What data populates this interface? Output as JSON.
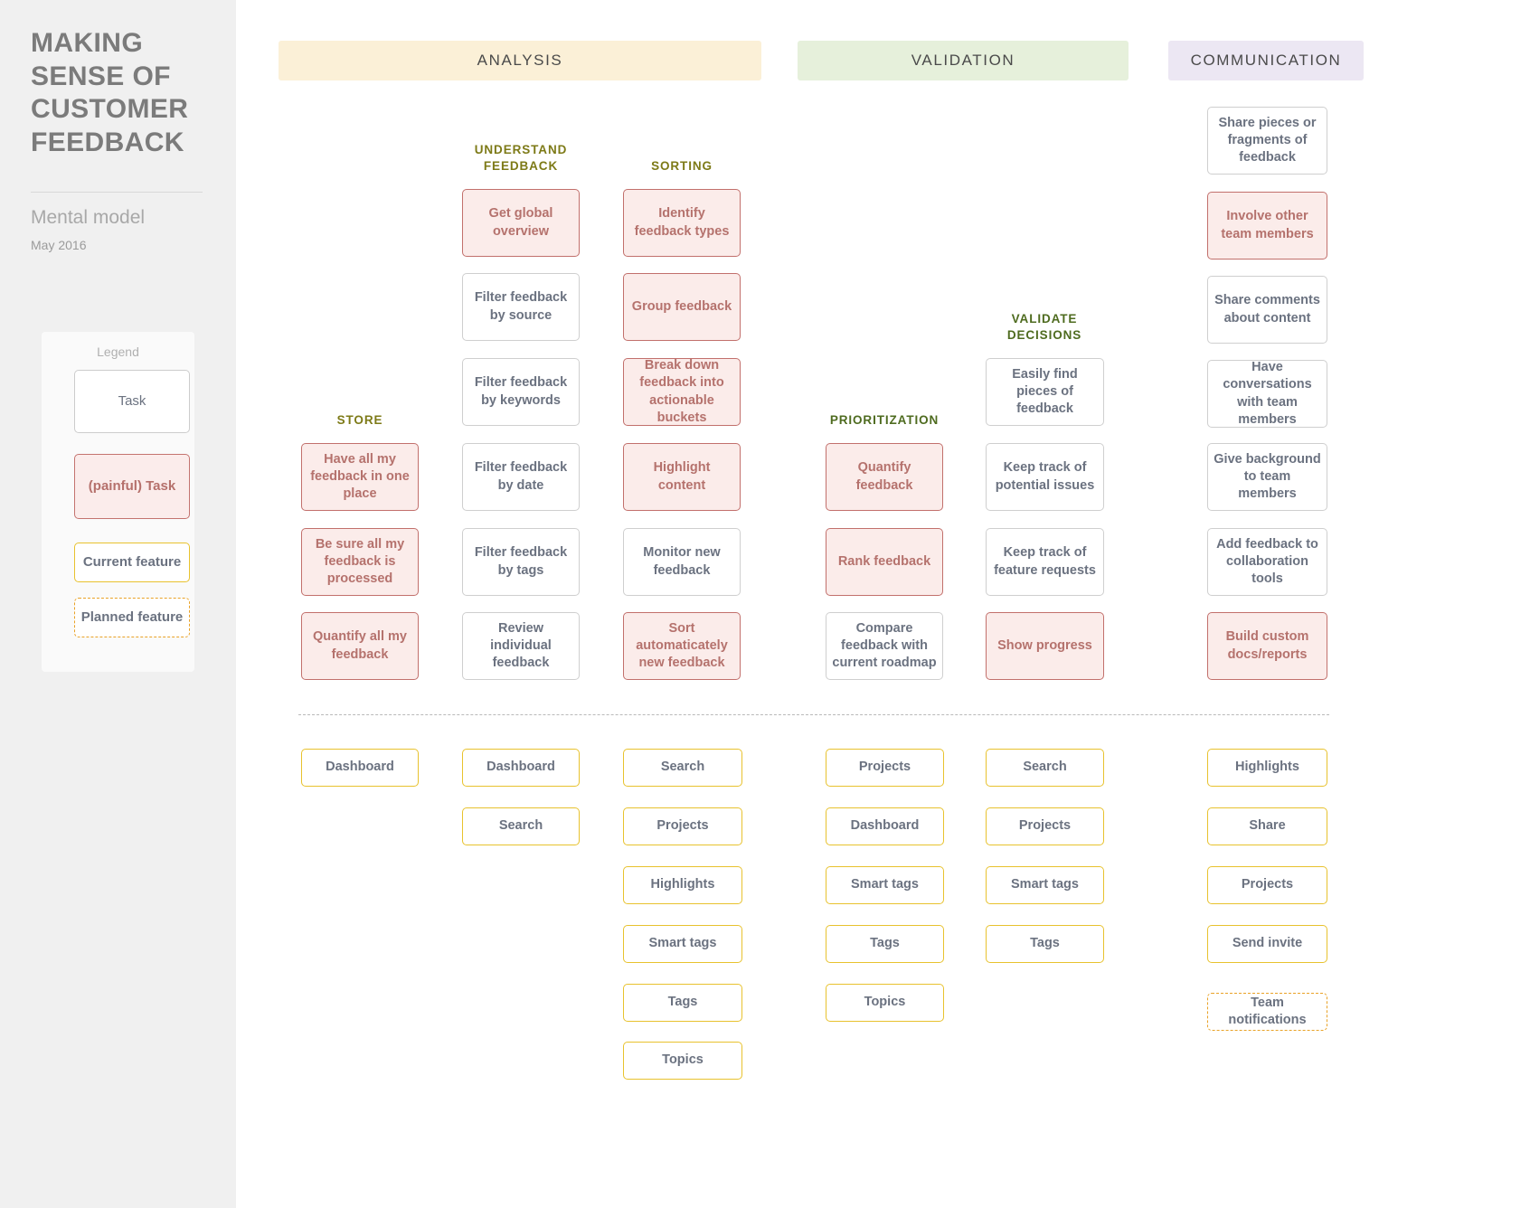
{
  "sidebar": {
    "title": "MAKING SENSE OF CUSTOMER FEEDBACK",
    "subtitle": "Mental model",
    "date": "May 2016",
    "legend": {
      "label": "Legend",
      "task": "Task",
      "painful_task": "(painful) Task",
      "current_feature": "Current feature",
      "planned_feature": "Planned feature"
    }
  },
  "headers": [
    {
      "label": "ANALYSIS",
      "color": "#fbf0d7"
    },
    {
      "label": "VALIDATION",
      "color": "#e6f0db"
    },
    {
      "label": "COMMUNICATION",
      "color": "#ece7f3"
    }
  ],
  "groups": {
    "store": "STORE",
    "understand_feedback": "UNDERSTAND FEEDBACK",
    "sorting": "SORTING",
    "prioritization": "PRIORITIZATION",
    "validate_decisions": "VALIDATE DECISIONS"
  },
  "columns": {
    "store": {
      "tasks": [
        {
          "label": "Have all my feedback in one place",
          "type": "pain"
        },
        {
          "label": "Be sure all my feedback is processed",
          "type": "pain"
        },
        {
          "label": "Quantify all my feedback",
          "type": "pain"
        }
      ],
      "features": [
        {
          "label": "Dashboard",
          "type": "feature"
        }
      ]
    },
    "understand_feedback": {
      "tasks": [
        {
          "label": "Get global overview",
          "type": "pain"
        },
        {
          "label": "Filter feedback by source",
          "type": "task"
        },
        {
          "label": "Filter feedback by keywords",
          "type": "task"
        },
        {
          "label": "Filter feedback by date",
          "type": "task"
        },
        {
          "label": "Filter feedback by tags",
          "type": "task"
        },
        {
          "label": "Review individual feedback",
          "type": "task"
        }
      ],
      "features": [
        {
          "label": "Dashboard",
          "type": "feature"
        },
        {
          "label": "Search",
          "type": "feature"
        }
      ]
    },
    "sorting": {
      "tasks": [
        {
          "label": "Identify feedback types",
          "type": "pain"
        },
        {
          "label": "Group feedback",
          "type": "pain"
        },
        {
          "label": "Break down feedback into actionable buckets",
          "type": "pain"
        },
        {
          "label": "Highlight content",
          "type": "pain"
        },
        {
          "label": "Monitor new feedback",
          "type": "task"
        },
        {
          "label": "Sort automaticately new feedback",
          "type": "pain"
        }
      ],
      "features": [
        {
          "label": "Search",
          "type": "feature"
        },
        {
          "label": "Projects",
          "type": "feature"
        },
        {
          "label": "Highlights",
          "type": "feature"
        },
        {
          "label": "Smart tags",
          "type": "feature"
        },
        {
          "label": "Tags",
          "type": "feature"
        },
        {
          "label": "Topics",
          "type": "feature"
        }
      ]
    },
    "prioritization": {
      "tasks": [
        {
          "label": "Quantify feedback",
          "type": "pain"
        },
        {
          "label": "Rank feedback",
          "type": "pain"
        },
        {
          "label": "Compare feedback with current roadmap",
          "type": "task"
        }
      ],
      "features": [
        {
          "label": "Projects",
          "type": "feature"
        },
        {
          "label": "Dashboard",
          "type": "feature"
        },
        {
          "label": "Smart tags",
          "type": "feature"
        },
        {
          "label": "Tags",
          "type": "feature"
        },
        {
          "label": "Topics",
          "type": "feature"
        }
      ]
    },
    "validate_decisions": {
      "tasks": [
        {
          "label": "Easily find pieces of feedback",
          "type": "task"
        },
        {
          "label": "Keep track of potential issues",
          "type": "task"
        },
        {
          "label": "Keep track of feature requests",
          "type": "task"
        },
        {
          "label": "Show progress",
          "type": "pain"
        }
      ],
      "features": [
        {
          "label": "Search",
          "type": "feature"
        },
        {
          "label": "Projects",
          "type": "feature"
        },
        {
          "label": "Smart tags",
          "type": "feature"
        },
        {
          "label": "Tags",
          "type": "feature"
        }
      ]
    },
    "communication": {
      "tasks": [
        {
          "label": "Share pieces or fragments of feedback",
          "type": "task"
        },
        {
          "label": "Involve other team members",
          "type": "pain"
        },
        {
          "label": "Share comments about content",
          "type": "task"
        },
        {
          "label": "Have conversations with team members",
          "type": "task"
        },
        {
          "label": "Give background to team members",
          "type": "task"
        },
        {
          "label": "Add feedback to collaboration tools",
          "type": "task"
        },
        {
          "label": "Build custom docs/reports",
          "type": "pain"
        }
      ],
      "features": [
        {
          "label": "Highlights",
          "type": "feature"
        },
        {
          "label": "Share",
          "type": "feature"
        },
        {
          "label": "Projects",
          "type": "feature"
        },
        {
          "label": "Send invite",
          "type": "feature"
        },
        {
          "label": "Team notifications",
          "type": "planned"
        }
      ]
    }
  }
}
